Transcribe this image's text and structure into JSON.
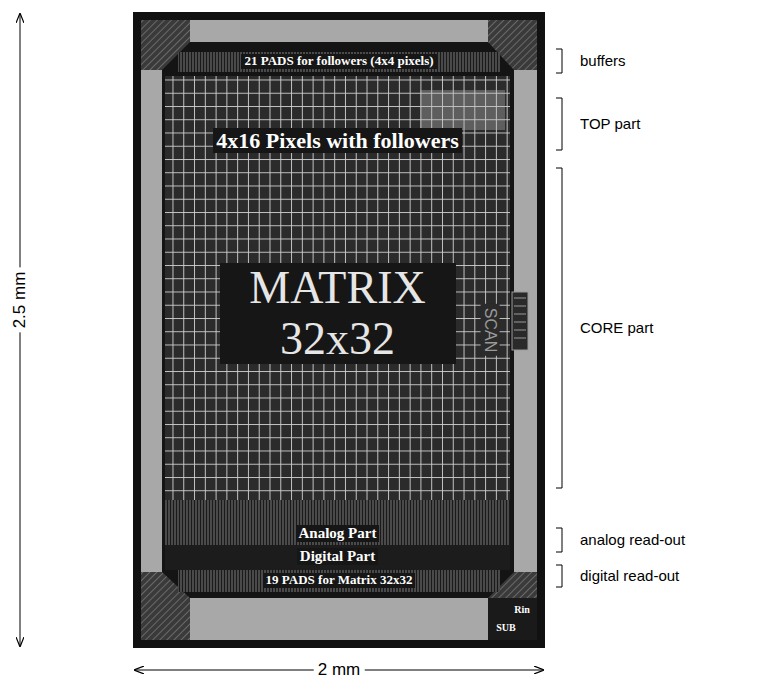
{
  "diagram": {
    "nodes": [
      {
        "text": [
          "21 PADS for followers (4x4 pixels)"
        ]
      },
      {
        "text": [
          "4x16 Pixels with followers",
          "MATRIX 32x32"
        ]
      },
      {
        "text": [
          "Analog Part"
        ]
      },
      {
        "text": [
          "Digital Part"
        ]
      },
      {
        "text": [
          "19 PADS for Matrix 32x32"
        ]
      }
    ],
    "labels": [
      "2.5 mm",
      "2 mm",
      "buffers",
      "TOP part",
      "CORE part",
      "analog read-out",
      "digital read-out",
      "SCAN",
      "Rin",
      "SUB"
    ]
  }
}
